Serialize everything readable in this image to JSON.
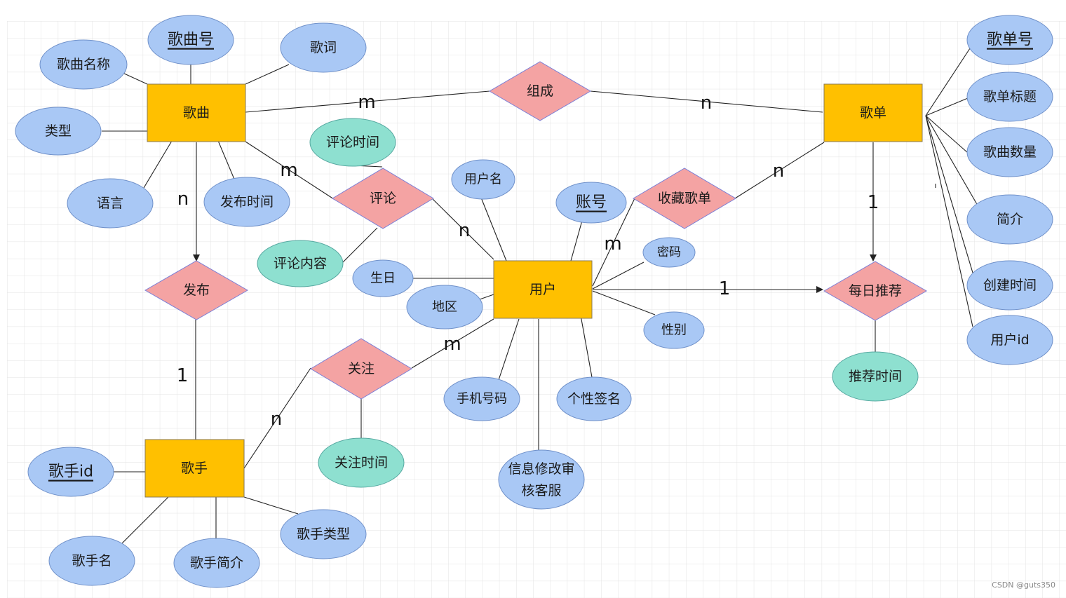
{
  "colors": {
    "entity": "#FFC000",
    "relationship": "#F4A3A3",
    "attribute": "#A9C8F5",
    "rel_attribute": "#8EE0D0",
    "line": "#222222",
    "grid": "#e3e3e3"
  },
  "entities": {
    "song": "歌曲",
    "playlist": "歌单",
    "user": "用户",
    "singer": "歌手"
  },
  "relationships": {
    "compose": "组成",
    "comment": "评论",
    "favorite": "收藏歌单",
    "publish": "发布",
    "follow": "关注",
    "daily_rec": "每日推荐"
  },
  "attributes": {
    "song_id": "歌曲号",
    "song_name": "歌曲名称",
    "lyrics": "歌词",
    "song_type": "类型",
    "language": "语言",
    "release_time": "发布时间",
    "comment_time": "评论时间",
    "comment_content": "评论内容",
    "username": "用户名",
    "account": "账号",
    "password": "密码",
    "birthday": "生日",
    "region": "地区",
    "gender": "性别",
    "phone": "手机号码",
    "signature": "个性签名",
    "info_review_line1": "信息修改审",
    "info_review_line2": "核客服",
    "follow_time": "关注时间",
    "singer_id": "歌手id",
    "singer_name": "歌手名",
    "singer_intro": "歌手简介",
    "singer_type": "歌手类型",
    "playlist_id": "歌单号",
    "playlist_title": "歌单标题",
    "song_count": "歌曲数量",
    "intro": "简介",
    "create_time": "创建时间",
    "user_id": "用户id",
    "rec_time": "推荐时间"
  },
  "cardinalities": {
    "song_compose": "m",
    "playlist_compose": "n",
    "song_comment": "m",
    "user_comment": "n",
    "song_publish": "n",
    "singer_publish": "1",
    "user_favorite": "m",
    "playlist_favorite": "n",
    "user_follow": "m",
    "singer_follow": "n",
    "playlist_daily": "1",
    "user_daily": "1"
  },
  "watermark": "CSDN @guts350"
}
